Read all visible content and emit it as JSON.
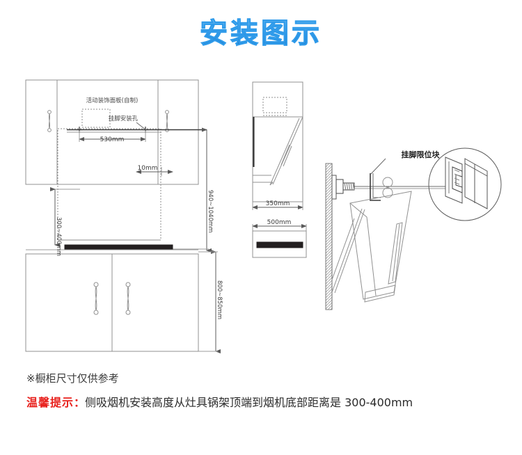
{
  "page": {
    "title": "安装图示",
    "title_color": "#2b8fe0",
    "background": "#ffffff"
  },
  "diagram": {
    "labels": {
      "decor_panel": "活动装饰面板(自制)",
      "mount_hole": "挂脚安装孔",
      "limit_block": "挂脚限位块"
    },
    "dimensions": {
      "width_530": "530mm",
      "gap_10": "10mm",
      "height_940_1040": "940~1040mm",
      "height_300_400": "300~400mm",
      "height_800_850": "800~850mm",
      "depth_350": "350mm",
      "width_500": "500mm"
    },
    "line_color": "#808080",
    "dark_color": "#1a1a1a",
    "counter_color": "#231f20"
  },
  "notes": {
    "note_mark": "※",
    "note_cabinet": "橱柜尺寸仅供参考",
    "tip_label": "温馨提示",
    "tip_colon": "：",
    "tip_body": "侧吸烟机安装高度从灶具锅架顶端到烟机底部距离是 300-400mm",
    "tip_color": "#e8201c"
  }
}
